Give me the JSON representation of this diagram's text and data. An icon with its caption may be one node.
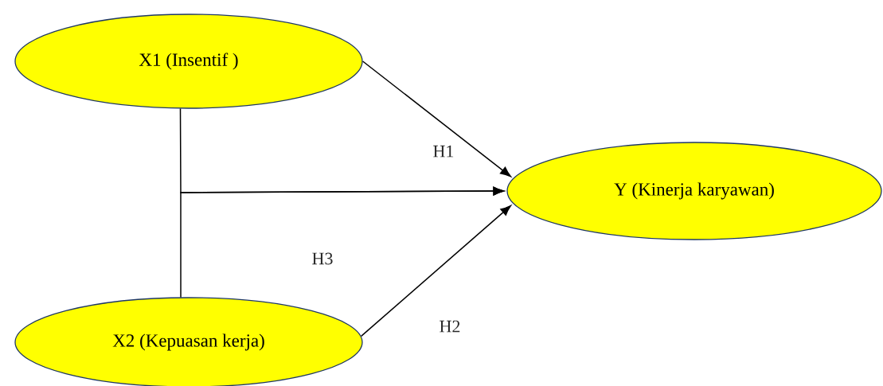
{
  "diagram": {
    "nodes": [
      {
        "text": [
          "X1 (Insentif )"
        ]
      },
      {
        "text": [
          "X2 (Kepuasan kerja)"
        ]
      },
      {
        "text": [
          "Y (Kinerja karyawan)"
        ]
      }
    ],
    "edges": [
      {
        "from": 0,
        "to": 2,
        "arrow": "to",
        "label": "H1"
      },
      {
        "from": 1,
        "to": 2,
        "arrow": "to",
        "label": "H2"
      },
      {
        "from": 0,
        "to": 2,
        "arrow": "to",
        "label": "H3"
      },
      {
        "from": 1,
        "to": 2,
        "arrow": "to"
      }
    ]
  }
}
